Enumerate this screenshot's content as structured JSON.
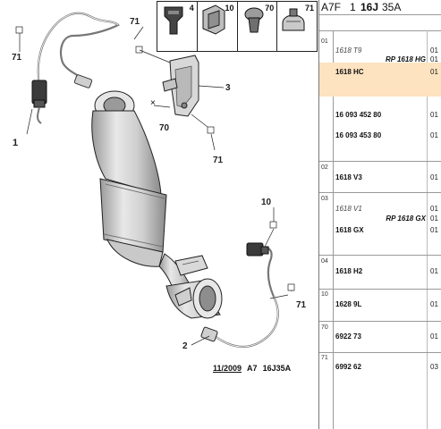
{
  "diagram": {
    "callouts": [
      {
        "label": "71"
      },
      {
        "label": "71"
      },
      {
        "label": "3"
      },
      {
        "label": "70"
      },
      {
        "label": "71"
      },
      {
        "label": "1"
      },
      {
        "label": "10"
      },
      {
        "label": "71"
      },
      {
        "label": "2"
      }
    ],
    "thumbnails": [
      {
        "num": "4",
        "icon": "sensor-clip-icon"
      },
      {
        "num": "10",
        "icon": "bracket-clip-icon"
      },
      {
        "num": "70",
        "icon": "grommet-icon"
      },
      {
        "num": "71",
        "icon": "hose-clamp-icon"
      }
    ],
    "stamp": {
      "date": "11/2009",
      "code_a": "A7",
      "code_b": "16J35A"
    }
  },
  "panel": {
    "header": {
      "a": "A7F",
      "b": "1",
      "c": "16J",
      "d": "35A"
    },
    "groups": [
      {
        "num": "01",
        "rows": [
          {
            "ref": "1618 T9",
            "italic": true,
            "tag": "RP 1618 HG",
            "qty": "01"
          },
          {
            "ref": "1618 HC",
            "italic": false,
            "tag": "",
            "qty": "01"
          },
          {
            "ref": "16 093 452 80",
            "italic": false,
            "tag": "",
            "qty": "01"
          },
          {
            "ref": "16 093 453 80",
            "italic": false,
            "tag": "",
            "qty": "01"
          }
        ]
      },
      {
        "num": "02",
        "rows": [
          {
            "ref": "1618 V3",
            "italic": false,
            "tag": "",
            "qty": "01"
          }
        ]
      },
      {
        "num": "03",
        "rows": [
          {
            "ref": "1618 V1",
            "italic": true,
            "tag": "",
            "qty": "01"
          },
          {
            "ref": "",
            "italic": false,
            "tag": "RP 1618 GX",
            "qty": "01"
          },
          {
            "ref": "1618 GX",
            "italic": false,
            "tag": "",
            "qty": "01"
          }
        ]
      },
      {
        "num": "04",
        "rows": [
          {
            "ref": "1618 H2",
            "italic": false,
            "tag": "",
            "qty": "01"
          }
        ]
      },
      {
        "num": "10",
        "rows": [
          {
            "ref": "1628 9L",
            "italic": false,
            "tag": "",
            "qty": "01"
          }
        ]
      },
      {
        "num": "70",
        "rows": [
          {
            "ref": "6922 73",
            "italic": false,
            "tag": "",
            "qty": "01"
          }
        ]
      },
      {
        "num": "71",
        "rows": [
          {
            "ref": "6992 62",
            "italic": false,
            "tag": "",
            "qty": "03"
          }
        ]
      }
    ]
  }
}
